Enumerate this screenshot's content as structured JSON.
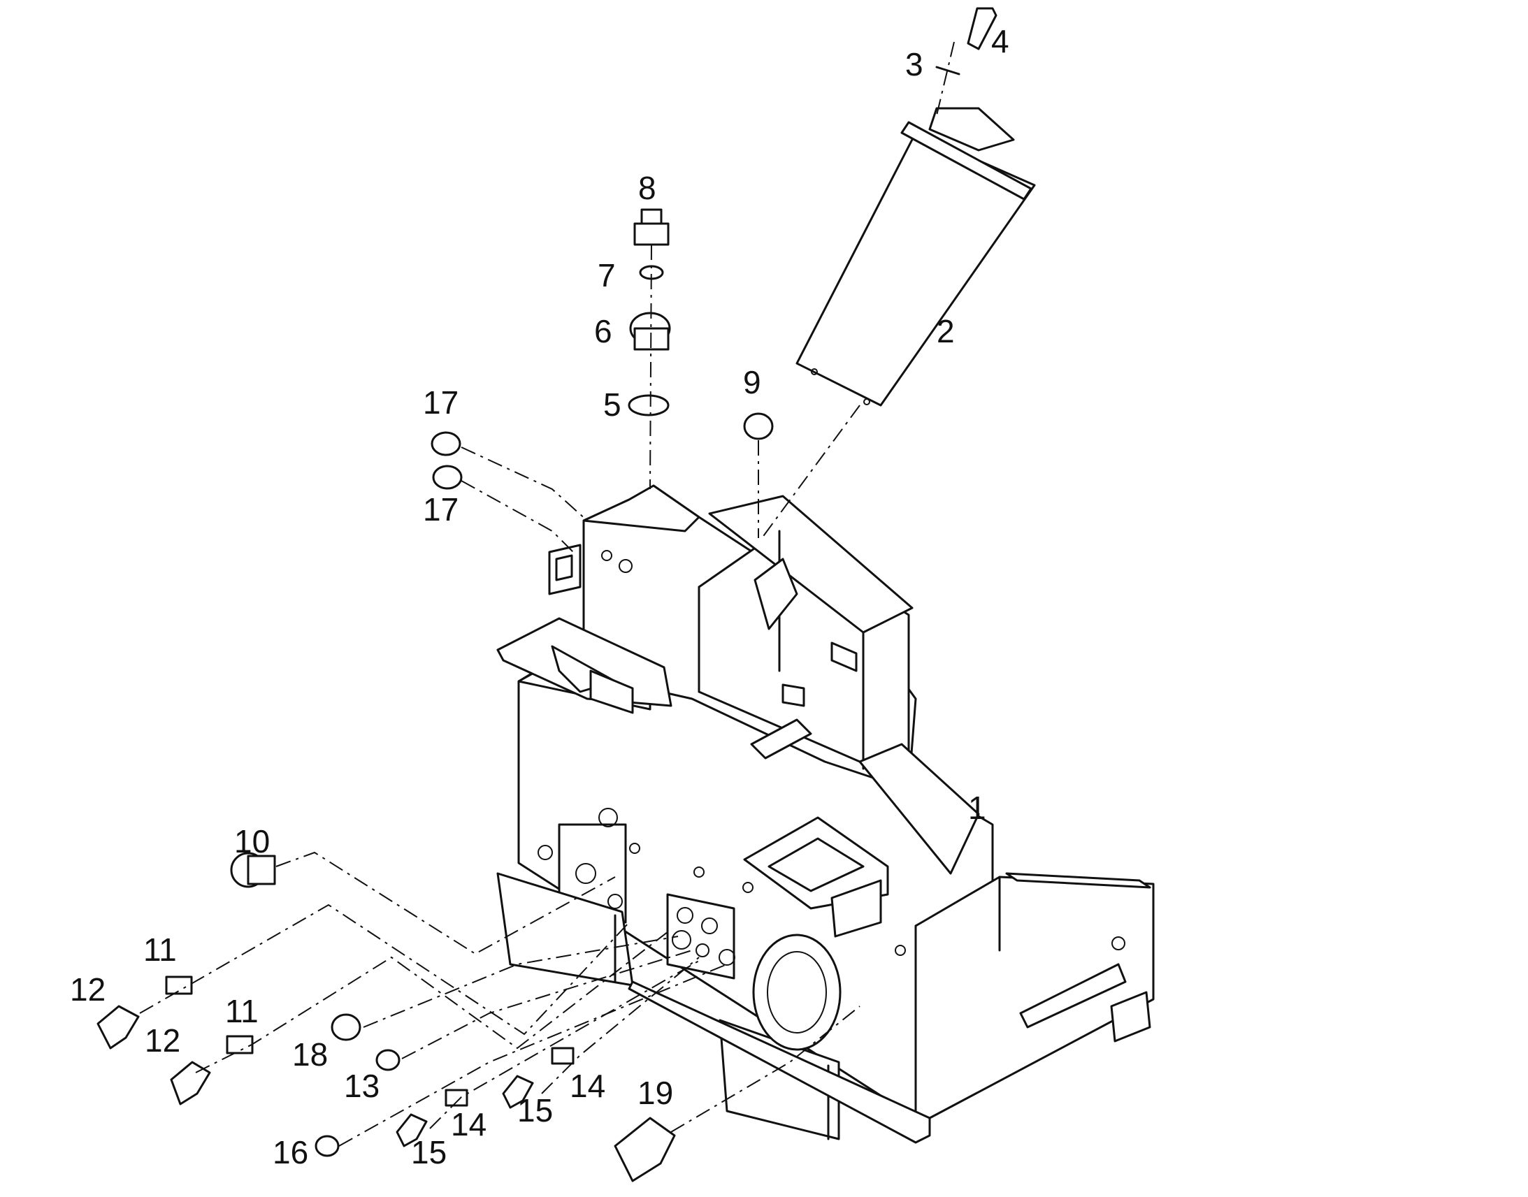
{
  "diagram": {
    "type": "exploded parts drawing",
    "stroke_color": "#111111",
    "background": "#ffffff",
    "labels": [
      "1",
      "2",
      "3",
      "4",
      "5",
      "6",
      "7",
      "8",
      "9",
      "10",
      "11",
      "11",
      "12",
      "12",
      "13",
      "14",
      "14",
      "15",
      "15",
      "16",
      "17",
      "17",
      "18",
      "19"
    ]
  }
}
